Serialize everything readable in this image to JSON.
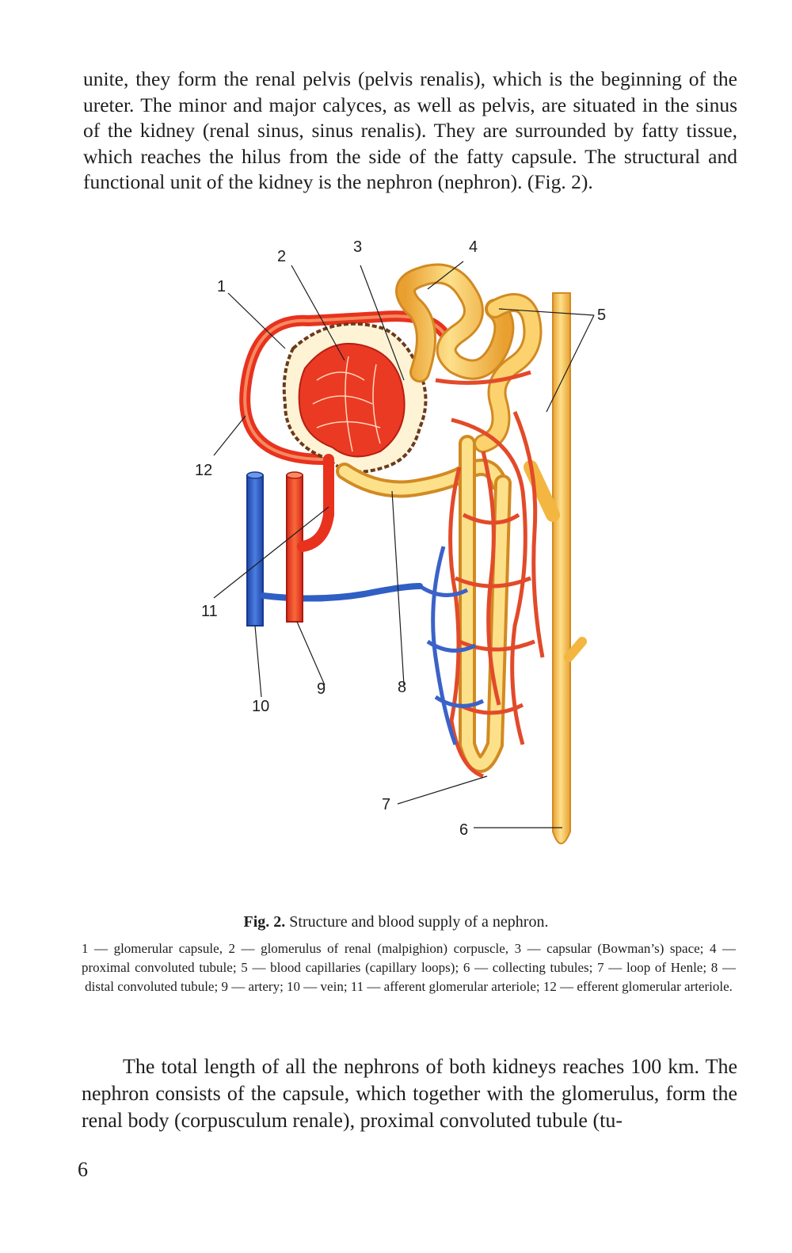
{
  "top_paragraph": "unite, they form the renal pelvis (pelvis renalis), which is the beginning of the ureter. The minor and major calyces, as well as pelvis, are situated in the sinus of the kidney (renal sinus, sinus renalis). They are surrounded by fatty tissue, which reaches the hilus from the side of the fatty capsule. The structural and functional unit of the kidney is the nephron (nephron). (Fig. 2).",
  "figure": {
    "labels": [
      "1",
      "2",
      "3",
      "4",
      "5",
      "6",
      "7",
      "8",
      "9",
      "10",
      "11",
      "12"
    ],
    "colors": {
      "artery": "#e8321e",
      "vein": "#2f5fc4",
      "tubule": "#f3b640",
      "tubule_highlight": "#fde08a",
      "capillary": "#e24a2a"
    }
  },
  "caption": {
    "fig_label": "Fig. 2.",
    "fig_title": "Structure and blood supply of a nephron.",
    "legend": "1 — glomerular capsule, 2 — glomerulus of renal (malpighion) corpuscle, 3 — capsular (Bowman’s) space; 4 — proximal convoluted tubule; 5 — blood capillaries (capillary loops); 6 — collecting tubules; 7 — loop of Henle; 8 — distal convoluted tubule; 9 — artery; 10 — vein; 11 — afferent glomerular arteriole; 12 — efferent glomerular arteriole."
  },
  "bottom_paragraph": "The total length of all the nephrons of both kidneys reaches 100 km. The nephron consists of the capsule, which together with the glomerulus, form the renal body (corpusculum renale), proximal convoluted tubule (tu-",
  "page_number": "6"
}
